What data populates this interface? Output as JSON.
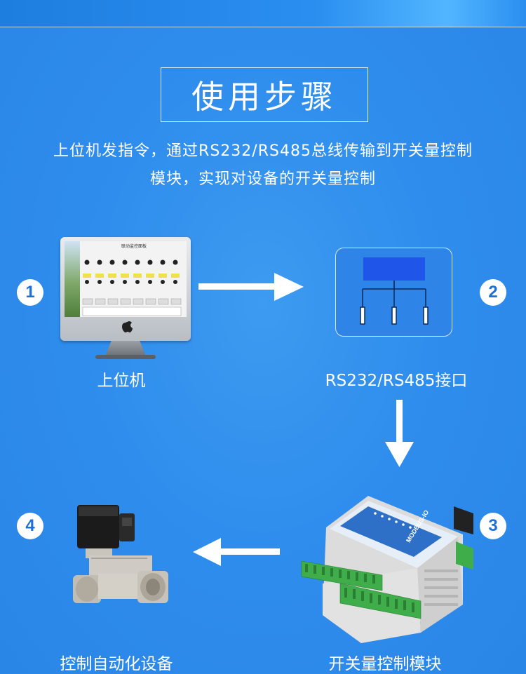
{
  "title": "使用步骤",
  "description": {
    "line1": "上位机发指令，通过RS232/RS485总线传输到开关量控制",
    "line2": "模块，实现对设备的开关量控制"
  },
  "steps": [
    {
      "number": "1",
      "label": "上位机"
    },
    {
      "number": "2",
      "label": "RS232/RS485接口"
    },
    {
      "number": "3",
      "label": "开关量控制模块"
    },
    {
      "number": "4",
      "label": "控制自动化设备"
    }
  ],
  "screen": {
    "panel_title": "联动监控面板"
  },
  "module": {
    "brand_text": "MODBUS-IO"
  },
  "colors": {
    "background": "#2f8ded",
    "accent": "#1f6fd8",
    "arrow": "#ffffff"
  }
}
